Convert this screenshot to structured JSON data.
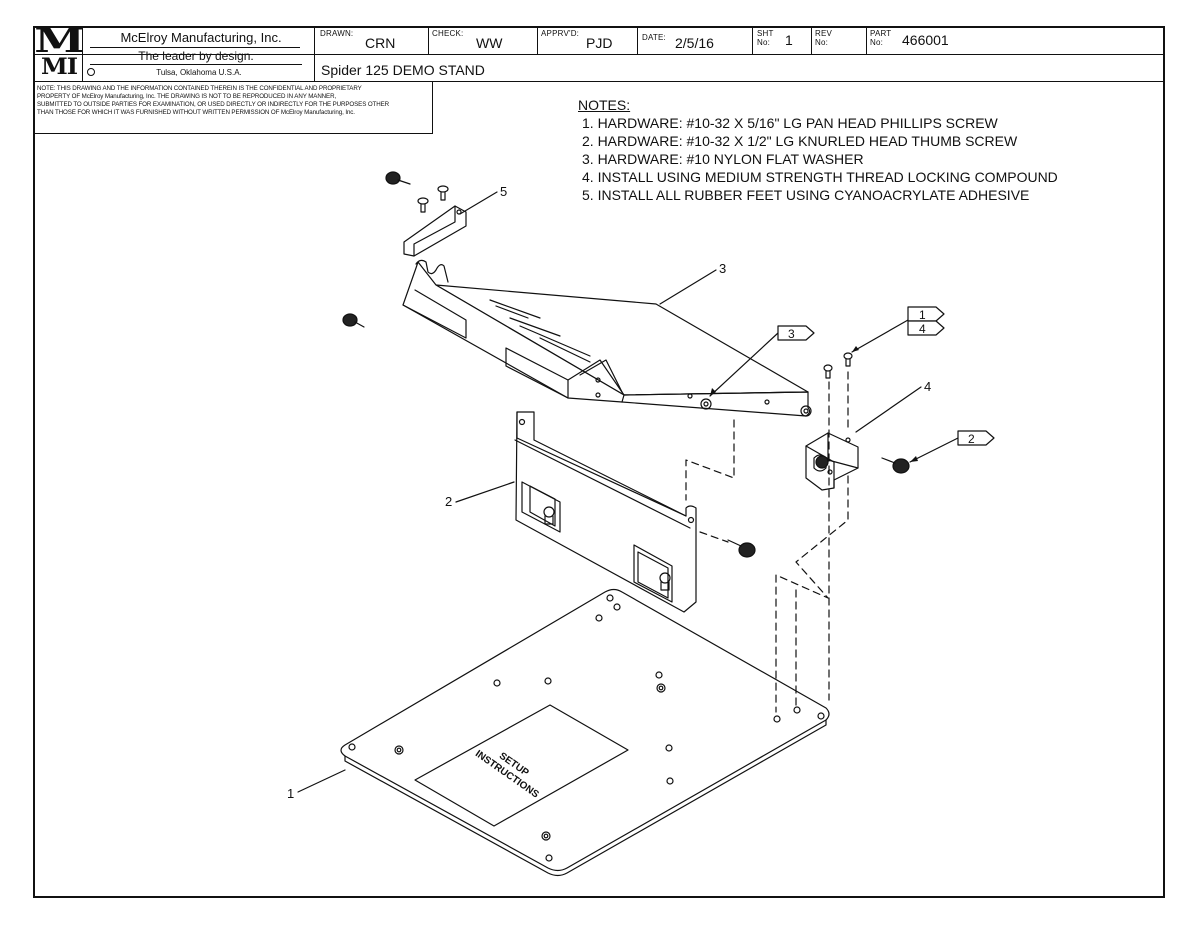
{
  "title_block": {
    "logo_top": "M",
    "logo_bottom": "MI",
    "company": "McElroy Manufacturing, Inc.",
    "motto": "The leader by design.",
    "location": "Tulsa, Oklahoma U.S.A.",
    "drawn_label": "DRAWN:",
    "drawn_value": "CRN",
    "check_label": "CHECK:",
    "check_value": "WW",
    "apprvd_label": "APPRV'D:",
    "apprvd_value": "PJD",
    "date_label": "DATE:",
    "date_value": "2/5/16",
    "sht_label_1": "SHT",
    "sht_label_2": "No:",
    "sht_value": "1",
    "rev_label_1": "REV",
    "rev_label_2": "No:",
    "rev_value": "",
    "part_label_1": "PART",
    "part_label_2": "No:",
    "part_value": "466001",
    "drawing_title": "Spider 125 DEMO STAND"
  },
  "confidential_note": [
    "NOTE: THIS DRAWING AND THE INFORMATION CONTAINED THEREIN IS THE CONFIDENTIAL AND PROPRIETARY",
    "PROPERTY OF McElroy Manufacturing, Inc. THE DRAWING IS NOT TO BE REPRODUCED IN ANY MANNER,",
    "SUBMITTED TO OUTSIDE PARTIES FOR EXAMINATION, OR USED DIRECTLY OR INDIRECTLY FOR THE PURPOSES OTHER",
    "THAN THOSE FOR WHICH IT WAS FURNISHED WITHOUT WRITTEN PERMISSION OF McElroy Manufacturing, Inc."
  ],
  "notes": {
    "heading": "NOTES:",
    "items": [
      "1. HARDWARE: #10-32 X 5/16\" LG PAN HEAD PHILLIPS SCREW",
      "2. HARDWARE: #10-32 X 1/2\" LG KNURLED HEAD THUMB SCREW",
      "3. HARDWARE: #10 NYLON FLAT WASHER",
      "4. INSTALL USING MEDIUM STRENGTH THREAD LOCKING COMPOUND",
      "5. INSTALL ALL RUBBER FEET USING CYANOACRYLATE ADHESIVE"
    ]
  },
  "callouts": {
    "base_plate": "1",
    "bracket": "2",
    "tray": "3",
    "side_clip": "4",
    "top_clip": "5",
    "flag_washer": "3",
    "flag_screw_pan": "1",
    "flag_loctite": "4",
    "flag_thumb": "2"
  },
  "plate_label": [
    "SETUP",
    "INSTRUCTIONS"
  ]
}
